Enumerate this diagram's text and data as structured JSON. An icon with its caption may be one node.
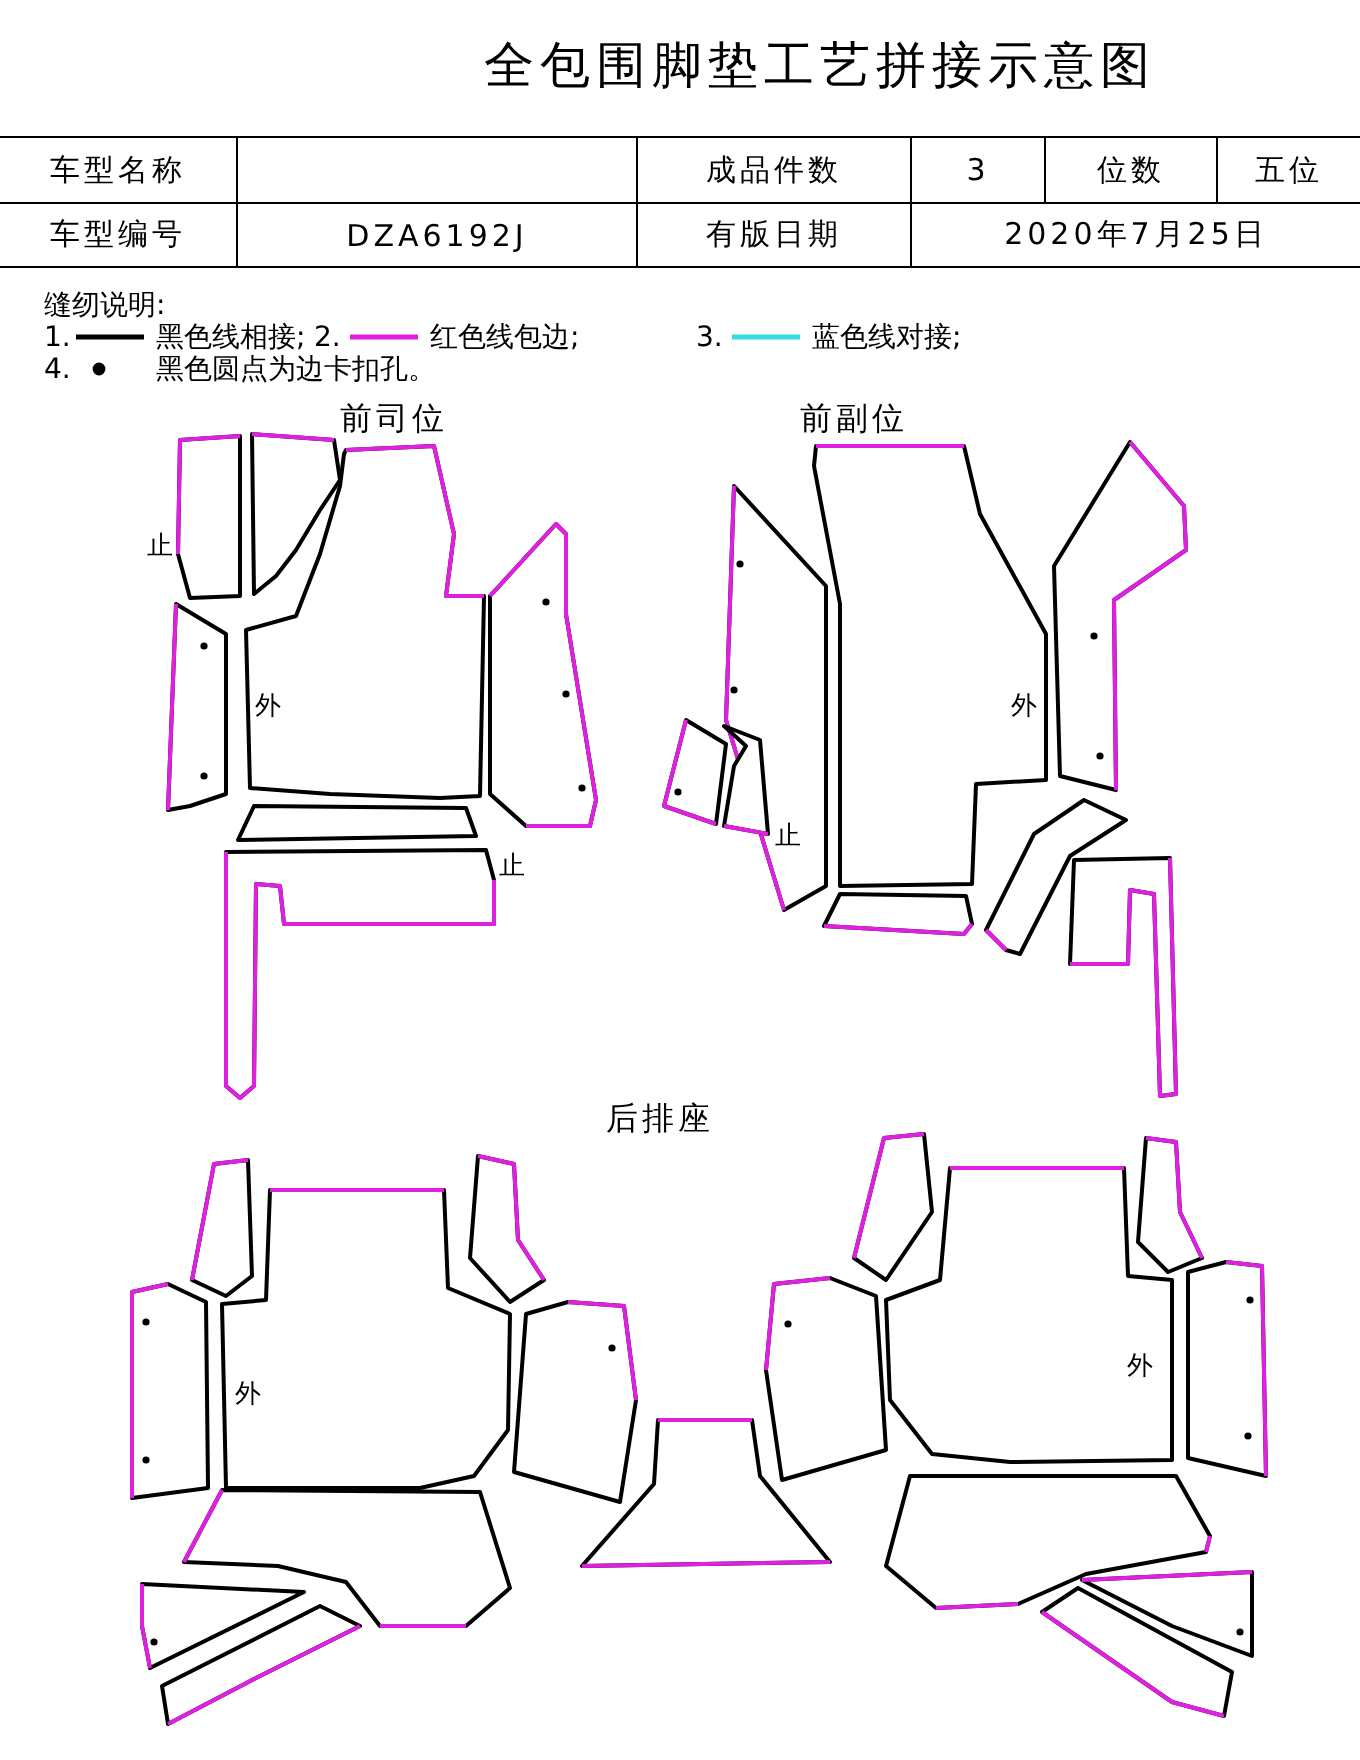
{
  "diagram": {
    "title": "全包围脚垫工艺拼接示意图",
    "labels": [
      "车型名称",
      "成品件数",
      "3",
      "位数",
      "五位",
      "车型编号",
      "DZA6192J",
      "有版日期",
      "2020年7月25日",
      "缝纫说明:",
      "1.",
      "2.",
      "3.",
      "4.",
      "前司位",
      "前副位",
      "止",
      "外",
      "止",
      "止",
      "外",
      "后排座",
      "外",
      "外"
    ],
    "legend": [
      {
        "text": "黑色线相接;"
      },
      {
        "text": "红色线包边;"
      },
      {
        "text": "蓝色线对接;"
      },
      {
        "text": "黑色圆点为边卡扣孔。"
      }
    ]
  }
}
